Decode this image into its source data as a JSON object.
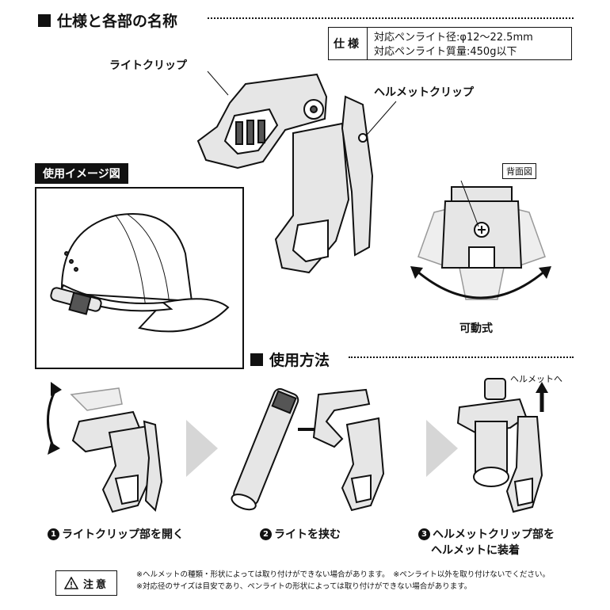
{
  "spec_section": {
    "title": "仕様と各部の名称"
  },
  "specs": {
    "label": "仕様",
    "line1": "対応ペンライト径:φ12〜22.5mm",
    "line2": "対応ペンライト質量:450g以下"
  },
  "parts": {
    "light_clip": "ライトクリップ",
    "helmet_clip": "ヘルメットクリップ",
    "back_view": "背面図",
    "movable": "可動式"
  },
  "usage_image": {
    "title": "使用イメージ図"
  },
  "howto": {
    "title": "使用方法",
    "to_helmet": "ヘルメットへ",
    "steps": [
      {
        "num": "1",
        "text": "ライトクリップ部を開く"
      },
      {
        "num": "2",
        "text": "ライトを挟む"
      },
      {
        "num": "3",
        "text": "ヘルメットクリップ部を",
        "text2": "ヘルメットに装着"
      }
    ]
  },
  "caution": {
    "label": "注意",
    "note1": "※ヘルメットの種類・形状によっては取り付けができない場合があります。　※ペンライト以外を取り付けないでください。",
    "note2": "※対応径のサイズは目安であり、ペンライトの形状によっては取り付けができない場合があります。"
  },
  "icons": [
    "square-bullet-icon",
    "warning-triangle-icon",
    "arrow-right-icon",
    "arrow-up-icon",
    "curved-double-arrow-icon",
    "chevron-right-icon"
  ]
}
